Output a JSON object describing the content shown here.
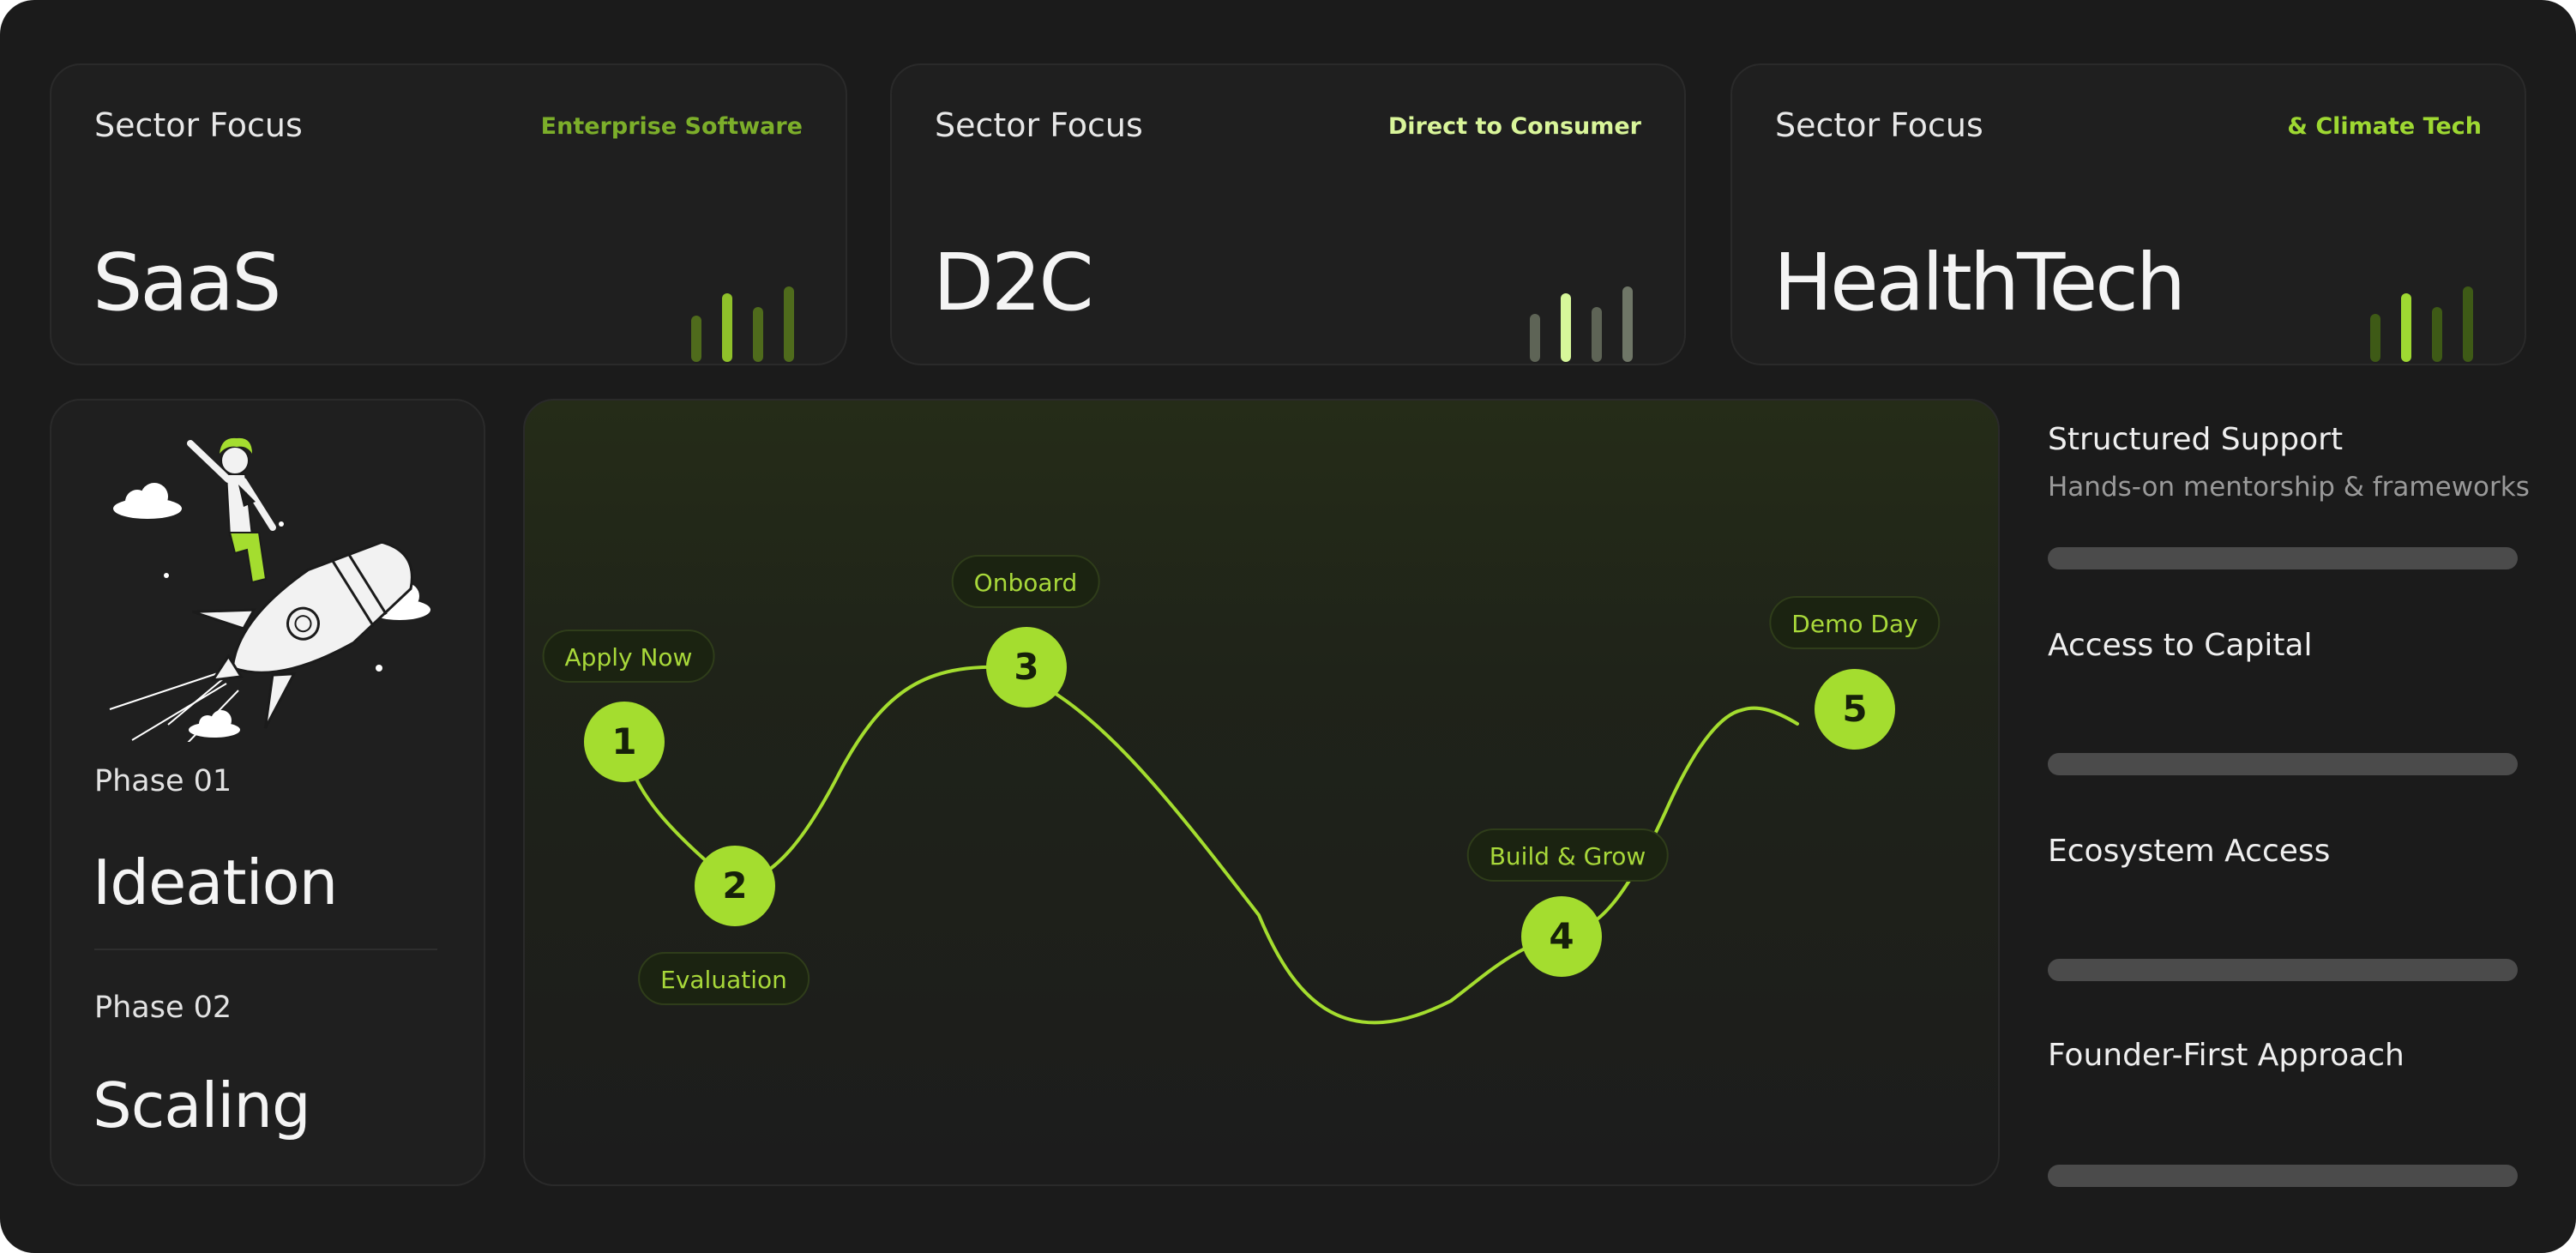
{
  "sectors": [
    {
      "label": "Sector Focus",
      "tag": "Enterprise Software",
      "name": "SaaS",
      "tag_color": "#7cae2a"
    },
    {
      "label": "Sector Focus",
      "tag": "Direct to Consumer",
      "name": "D2C",
      "tag_color": "#d9f59a"
    },
    {
      "label": "Sector Focus",
      "tag": "& Climate Tech",
      "name": "HealthTech",
      "tag_color": "#9ed832"
    }
  ],
  "phases": [
    {
      "label": "Phase 01",
      "title": "Ideation"
    },
    {
      "label": "Phase 02",
      "title": "Scaling"
    }
  ],
  "journey": {
    "steps": [
      {
        "number": "1",
        "label": "Apply Now"
      },
      {
        "number": "2",
        "label": "Evaluation"
      },
      {
        "number": "3",
        "label": "Onboard"
      },
      {
        "number": "4",
        "label": "Build & Grow"
      },
      {
        "number": "5",
        "label": "Demo Day"
      }
    ]
  },
  "features": [
    {
      "title": "Structured Support",
      "subtitle": "Hands-on mentorship & frameworks"
    },
    {
      "title": "Access to Capital"
    },
    {
      "title": "Ecosystem Access"
    },
    {
      "title": "Founder-First Approach"
    }
  ],
  "colors": {
    "accent": "#a4dd2f",
    "background": "#1b1b1b",
    "card": "#1f1f1f"
  }
}
